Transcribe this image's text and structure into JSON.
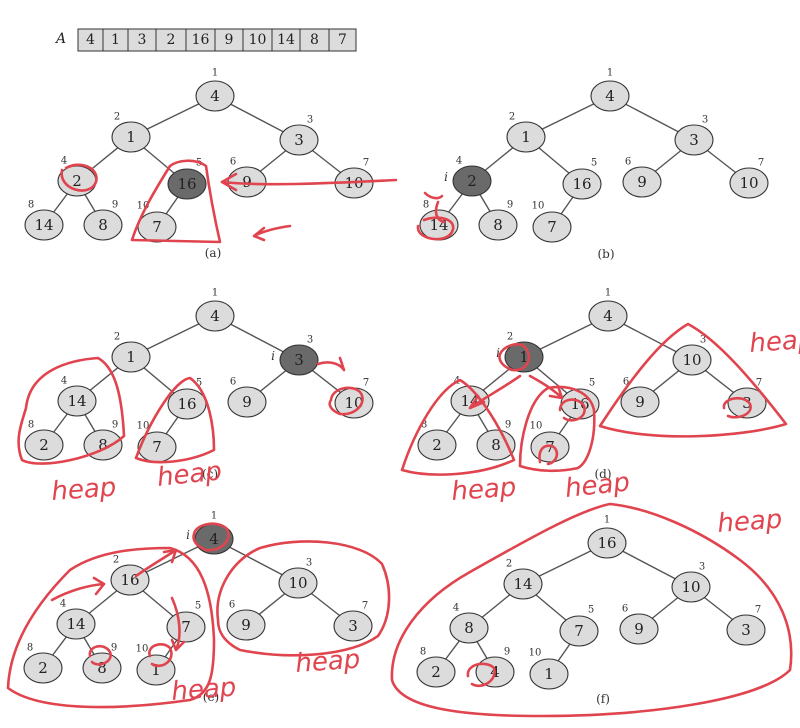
{
  "array": {
    "label": "A",
    "values": [
      "4",
      "1",
      "3",
      "2",
      "16",
      "9",
      "10",
      "14",
      "8",
      "7"
    ]
  },
  "panels": [
    {
      "caption": "(a)",
      "i_at": null,
      "nodes": [
        {
          "idx": "1",
          "val": "4",
          "dark": false
        },
        {
          "idx": "2",
          "val": "1",
          "dark": false
        },
        {
          "idx": "3",
          "val": "3",
          "dark": false
        },
        {
          "idx": "4",
          "val": "2",
          "dark": false
        },
        {
          "idx": "5",
          "val": "16",
          "dark": true
        },
        {
          "idx": "6",
          "val": "9",
          "dark": false
        },
        {
          "idx": "7",
          "val": "10",
          "dark": false
        },
        {
          "idx": "8",
          "val": "14",
          "dark": false
        },
        {
          "idx": "9",
          "val": "8",
          "dark": false
        },
        {
          "idx": "10",
          "val": "7",
          "dark": false
        }
      ]
    },
    {
      "caption": "(b)",
      "i_at": 4,
      "nodes": [
        {
          "idx": "1",
          "val": "4",
          "dark": false
        },
        {
          "idx": "2",
          "val": "1",
          "dark": false
        },
        {
          "idx": "3",
          "val": "3",
          "dark": false
        },
        {
          "idx": "4",
          "val": "2",
          "dark": true
        },
        {
          "idx": "5",
          "val": "16",
          "dark": false
        },
        {
          "idx": "6",
          "val": "9",
          "dark": false
        },
        {
          "idx": "7",
          "val": "10",
          "dark": false
        },
        {
          "idx": "8",
          "val": "14",
          "dark": false
        },
        {
          "idx": "9",
          "val": "8",
          "dark": false
        },
        {
          "idx": "10",
          "val": "7",
          "dark": false
        }
      ]
    },
    {
      "caption": "(c)",
      "i_at": 3,
      "nodes": [
        {
          "idx": "1",
          "val": "4",
          "dark": false
        },
        {
          "idx": "2",
          "val": "1",
          "dark": false
        },
        {
          "idx": "3",
          "val": "3",
          "dark": true
        },
        {
          "idx": "4",
          "val": "14",
          "dark": false
        },
        {
          "idx": "5",
          "val": "16",
          "dark": false
        },
        {
          "idx": "6",
          "val": "9",
          "dark": false
        },
        {
          "idx": "7",
          "val": "10",
          "dark": false
        },
        {
          "idx": "8",
          "val": "2",
          "dark": false
        },
        {
          "idx": "9",
          "val": "8",
          "dark": false
        },
        {
          "idx": "10",
          "val": "7",
          "dark": false
        }
      ]
    },
    {
      "caption": "(d)",
      "i_at": 2,
      "nodes": [
        {
          "idx": "1",
          "val": "4",
          "dark": false
        },
        {
          "idx": "2",
          "val": "1",
          "dark": true
        },
        {
          "idx": "3",
          "val": "10",
          "dark": false
        },
        {
          "idx": "4",
          "val": "14",
          "dark": false
        },
        {
          "idx": "5",
          "val": "16",
          "dark": false
        },
        {
          "idx": "6",
          "val": "9",
          "dark": false
        },
        {
          "idx": "7",
          "val": "3",
          "dark": false
        },
        {
          "idx": "8",
          "val": "2",
          "dark": false
        },
        {
          "idx": "9",
          "val": "8",
          "dark": false
        },
        {
          "idx": "10",
          "val": "7",
          "dark": false
        }
      ]
    },
    {
      "caption": "(e)",
      "i_at": 1,
      "nodes": [
        {
          "idx": "1",
          "val": "4",
          "dark": true
        },
        {
          "idx": "2",
          "val": "16",
          "dark": false
        },
        {
          "idx": "3",
          "val": "10",
          "dark": false
        },
        {
          "idx": "4",
          "val": "14",
          "dark": false
        },
        {
          "idx": "5",
          "val": "7",
          "dark": false
        },
        {
          "idx": "6",
          "val": "9",
          "dark": false
        },
        {
          "idx": "7",
          "val": "3",
          "dark": false
        },
        {
          "idx": "8",
          "val": "2",
          "dark": false
        },
        {
          "idx": "9",
          "val": "8",
          "dark": false
        },
        {
          "idx": "10",
          "val": "1",
          "dark": false
        }
      ]
    },
    {
      "caption": "(f)",
      "i_at": null,
      "nodes": [
        {
          "idx": "1",
          "val": "16",
          "dark": false
        },
        {
          "idx": "2",
          "val": "14",
          "dark": false
        },
        {
          "idx": "3",
          "val": "10",
          "dark": false
        },
        {
          "idx": "4",
          "val": "8",
          "dark": false
        },
        {
          "idx": "5",
          "val": "7",
          "dark": false
        },
        {
          "idx": "6",
          "val": "9",
          "dark": false
        },
        {
          "idx": "7",
          "val": "3",
          "dark": false
        },
        {
          "idx": "8",
          "val": "2",
          "dark": false
        },
        {
          "idx": "9",
          "val": "4",
          "dark": false
        },
        {
          "idx": "10",
          "val": "1",
          "dark": false
        }
      ]
    }
  ],
  "i_label": "i",
  "annotations": {
    "heap_word": "heap",
    "colors": {
      "ink": "#e0444e",
      "node_light": "#dcdcdc",
      "node_dark": "#6a6a6a"
    }
  }
}
